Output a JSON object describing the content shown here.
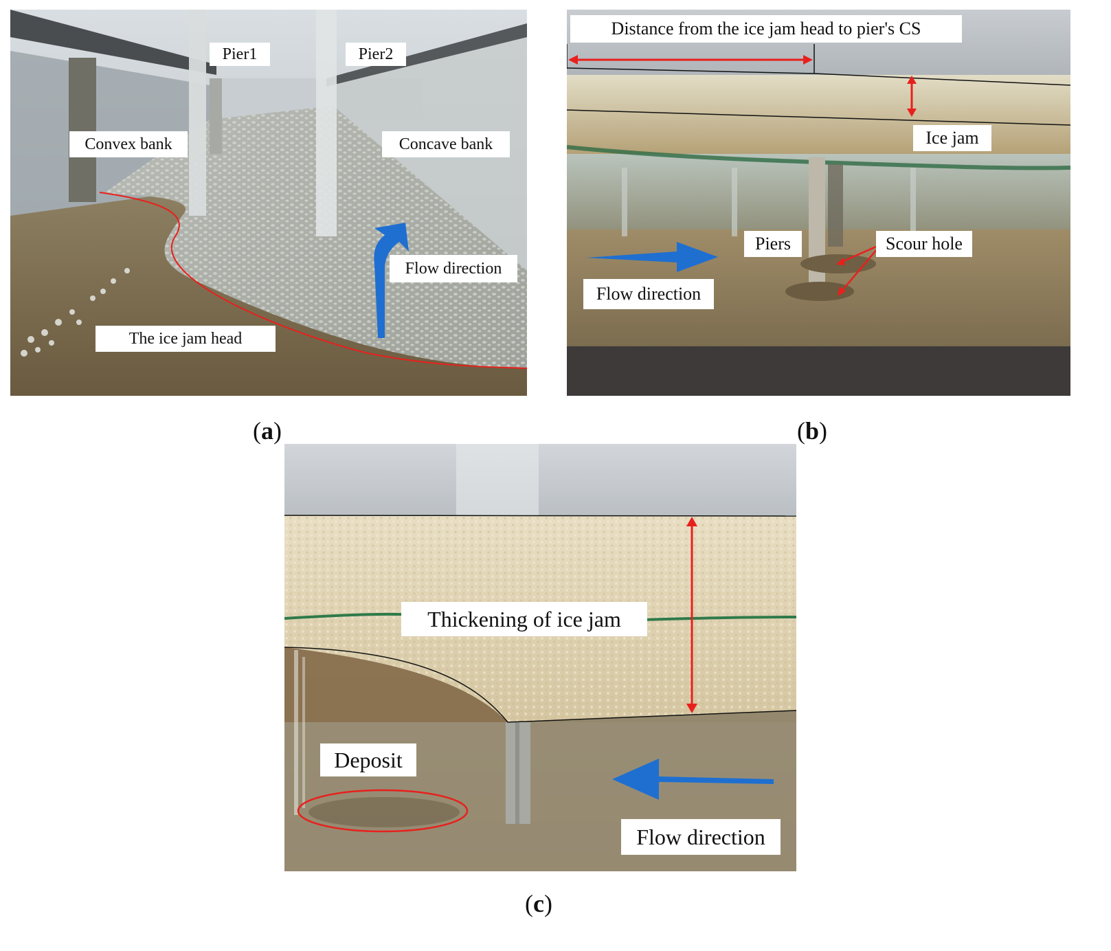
{
  "panel_a": {
    "labels": {
      "pier1": "Pier1",
      "pier2": "Pier2",
      "convex_bank": "Convex bank",
      "concave_bank": "Concave bank",
      "flow_direction": "Flow direction",
      "ice_jam_head": "The ice jam head"
    },
    "caption": "a"
  },
  "panel_b": {
    "labels": {
      "distance": "Distance from the  ice jam head to pier's CS",
      "ice_jam": "Ice jam",
      "piers": "Piers",
      "scour_hole": "Scour hole",
      "flow_direction": "Flow direction"
    },
    "caption": "b"
  },
  "panel_c": {
    "labels": {
      "thickening": "Thickening of ice jam",
      "deposit": "Deposit",
      "flow_direction": "Flow direction"
    },
    "caption": "c"
  },
  "colors": {
    "annotation_red": "#e8201c",
    "arrow_blue": "#1f6fd1",
    "label_bg": "#ffffff"
  }
}
